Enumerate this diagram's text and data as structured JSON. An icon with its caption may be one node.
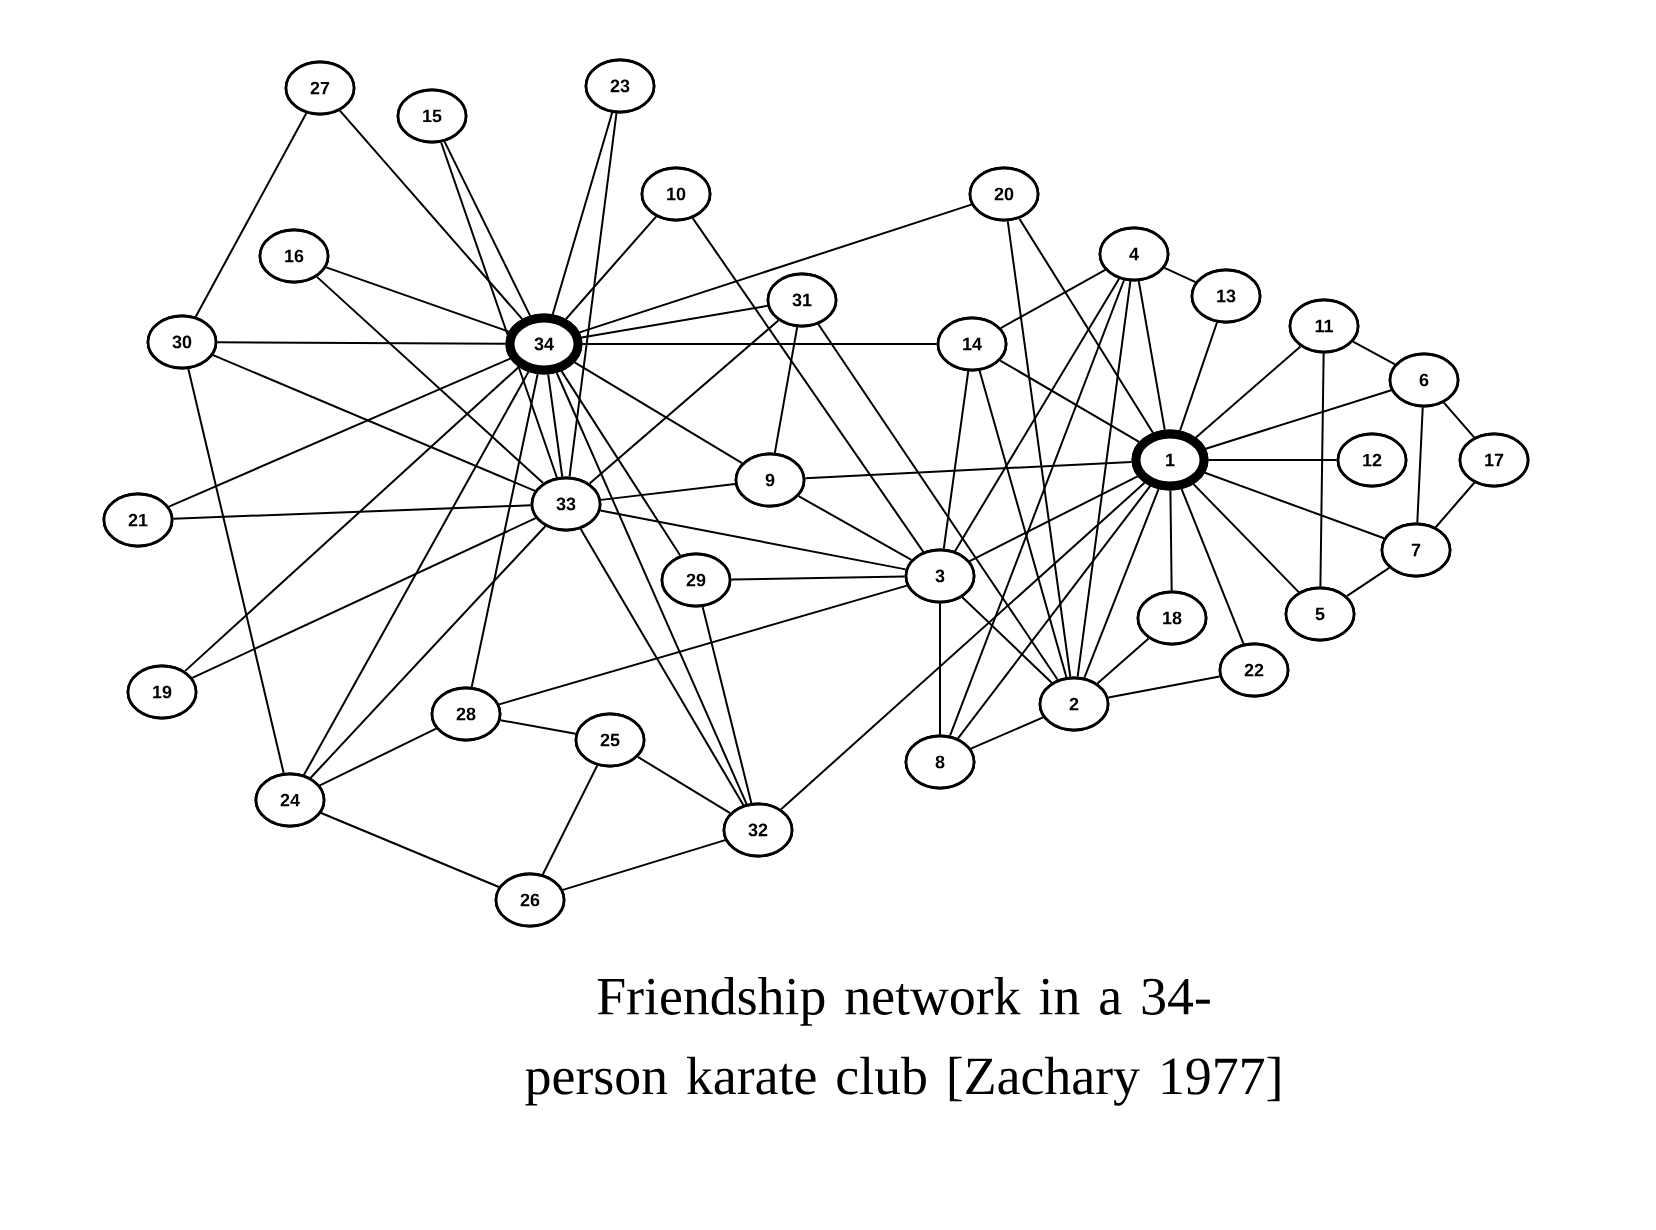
{
  "diagram": {
    "caption": "Friendship network in a 34-person karate club [Zachary 1977]",
    "nodes": [
      {
        "text": [
          "1"
        ]
      },
      {
        "text": [
          "2"
        ]
      },
      {
        "text": [
          "3"
        ]
      },
      {
        "text": [
          "4"
        ]
      },
      {
        "text": [
          "5"
        ]
      },
      {
        "text": [
          "6"
        ]
      },
      {
        "text": [
          "7"
        ]
      },
      {
        "text": [
          "8"
        ]
      },
      {
        "text": [
          "9"
        ]
      },
      {
        "text": [
          "10"
        ]
      },
      {
        "text": [
          "11"
        ]
      },
      {
        "text": [
          "12"
        ]
      },
      {
        "text": [
          "13"
        ]
      },
      {
        "text": [
          "14"
        ]
      },
      {
        "text": [
          "15"
        ]
      },
      {
        "text": [
          "16"
        ]
      },
      {
        "text": [
          "17"
        ]
      },
      {
        "text": [
          "18"
        ]
      },
      {
        "text": [
          "19"
        ]
      },
      {
        "text": [
          "20"
        ]
      },
      {
        "text": [
          "21"
        ]
      },
      {
        "text": [
          "22"
        ]
      },
      {
        "text": [
          "23"
        ]
      },
      {
        "text": [
          "24"
        ]
      },
      {
        "text": [
          "25"
        ]
      },
      {
        "text": [
          "26"
        ]
      },
      {
        "text": [
          "27"
        ]
      },
      {
        "text": [
          "28"
        ]
      },
      {
        "text": [
          "29"
        ]
      },
      {
        "text": [
          "30"
        ]
      },
      {
        "text": [
          "31"
        ]
      },
      {
        "text": [
          "32"
        ]
      },
      {
        "text": [
          "33"
        ]
      },
      {
        "text": [
          "34"
        ]
      }
    ],
    "edges": [
      {
        "from": 0,
        "to": 1,
        "arrow": "none"
      },
      {
        "from": 0,
        "to": 2,
        "arrow": "none"
      },
      {
        "from": 0,
        "to": 3,
        "arrow": "none"
      },
      {
        "from": 0,
        "to": 4,
        "arrow": "none"
      },
      {
        "from": 0,
        "to": 5,
        "arrow": "none"
      },
      {
        "from": 0,
        "to": 6,
        "arrow": "none"
      },
      {
        "from": 0,
        "to": 7,
        "arrow": "none"
      },
      {
        "from": 0,
        "to": 8,
        "arrow": "none"
      },
      {
        "from": 0,
        "to": 10,
        "arrow": "none"
      },
      {
        "from": 0,
        "to": 11,
        "arrow": "none"
      },
      {
        "from": 0,
        "to": 12,
        "arrow": "none"
      },
      {
        "from": 0,
        "to": 13,
        "arrow": "none"
      },
      {
        "from": 0,
        "to": 17,
        "arrow": "none"
      },
      {
        "from": 0,
        "to": 19,
        "arrow": "none"
      },
      {
        "from": 0,
        "to": 21,
        "arrow": "none"
      },
      {
        "from": 0,
        "to": 31,
        "arrow": "none"
      },
      {
        "from": 1,
        "to": 2,
        "arrow": "none"
      },
      {
        "from": 1,
        "to": 3,
        "arrow": "none"
      },
      {
        "from": 1,
        "to": 7,
        "arrow": "none"
      },
      {
        "from": 1,
        "to": 13,
        "arrow": "none"
      },
      {
        "from": 1,
        "to": 17,
        "arrow": "none"
      },
      {
        "from": 1,
        "to": 19,
        "arrow": "none"
      },
      {
        "from": 1,
        "to": 21,
        "arrow": "none"
      },
      {
        "from": 1,
        "to": 30,
        "arrow": "none"
      },
      {
        "from": 2,
        "to": 3,
        "arrow": "none"
      },
      {
        "from": 2,
        "to": 7,
        "arrow": "none"
      },
      {
        "from": 2,
        "to": 8,
        "arrow": "none"
      },
      {
        "from": 2,
        "to": 9,
        "arrow": "none"
      },
      {
        "from": 2,
        "to": 13,
        "arrow": "none"
      },
      {
        "from": 2,
        "to": 27,
        "arrow": "none"
      },
      {
        "from": 2,
        "to": 28,
        "arrow": "none"
      },
      {
        "from": 2,
        "to": 32,
        "arrow": "none"
      },
      {
        "from": 3,
        "to": 7,
        "arrow": "none"
      },
      {
        "from": 3,
        "to": 12,
        "arrow": "none"
      },
      {
        "from": 3,
        "to": 13,
        "arrow": "none"
      },
      {
        "from": 4,
        "to": 6,
        "arrow": "none"
      },
      {
        "from": 4,
        "to": 10,
        "arrow": "none"
      },
      {
        "from": 5,
        "to": 6,
        "arrow": "none"
      },
      {
        "from": 5,
        "to": 10,
        "arrow": "none"
      },
      {
        "from": 5,
        "to": 16,
        "arrow": "none"
      },
      {
        "from": 6,
        "to": 16,
        "arrow": "none"
      },
      {
        "from": 8,
        "to": 30,
        "arrow": "none"
      },
      {
        "from": 8,
        "to": 32,
        "arrow": "none"
      },
      {
        "from": 8,
        "to": 33,
        "arrow": "none"
      },
      {
        "from": 9,
        "to": 33,
        "arrow": "none"
      },
      {
        "from": 13,
        "to": 33,
        "arrow": "none"
      },
      {
        "from": 14,
        "to": 32,
        "arrow": "none"
      },
      {
        "from": 14,
        "to": 33,
        "arrow": "none"
      },
      {
        "from": 15,
        "to": 32,
        "arrow": "none"
      },
      {
        "from": 15,
        "to": 33,
        "arrow": "none"
      },
      {
        "from": 18,
        "to": 32,
        "arrow": "none"
      },
      {
        "from": 18,
        "to": 33,
        "arrow": "none"
      },
      {
        "from": 19,
        "to": 33,
        "arrow": "none"
      },
      {
        "from": 20,
        "to": 32,
        "arrow": "none"
      },
      {
        "from": 20,
        "to": 33,
        "arrow": "none"
      },
      {
        "from": 22,
        "to": 32,
        "arrow": "none"
      },
      {
        "from": 22,
        "to": 33,
        "arrow": "none"
      },
      {
        "from": 23,
        "to": 25,
        "arrow": "none"
      },
      {
        "from": 23,
        "to": 27,
        "arrow": "none"
      },
      {
        "from": 23,
        "to": 29,
        "arrow": "none"
      },
      {
        "from": 23,
        "to": 32,
        "arrow": "none"
      },
      {
        "from": 23,
        "to": 33,
        "arrow": "none"
      },
      {
        "from": 24,
        "to": 25,
        "arrow": "none"
      },
      {
        "from": 24,
        "to": 27,
        "arrow": "none"
      },
      {
        "from": 24,
        "to": 31,
        "arrow": "none"
      },
      {
        "from": 25,
        "to": 31,
        "arrow": "none"
      },
      {
        "from": 26,
        "to": 29,
        "arrow": "none"
      },
      {
        "from": 26,
        "to": 33,
        "arrow": "none"
      },
      {
        "from": 27,
        "to": 33,
        "arrow": "none"
      },
      {
        "from": 28,
        "to": 31,
        "arrow": "none"
      },
      {
        "from": 28,
        "to": 33,
        "arrow": "none"
      },
      {
        "from": 29,
        "to": 32,
        "arrow": "none"
      },
      {
        "from": 29,
        "to": 33,
        "arrow": "none"
      },
      {
        "from": 30,
        "to": 32,
        "arrow": "none"
      },
      {
        "from": 30,
        "to": 33,
        "arrow": "none"
      },
      {
        "from": 31,
        "to": 32,
        "arrow": "none"
      },
      {
        "from": 31,
        "to": 33,
        "arrow": "none"
      },
      {
        "from": 32,
        "to": 33,
        "arrow": "none"
      }
    ]
  }
}
